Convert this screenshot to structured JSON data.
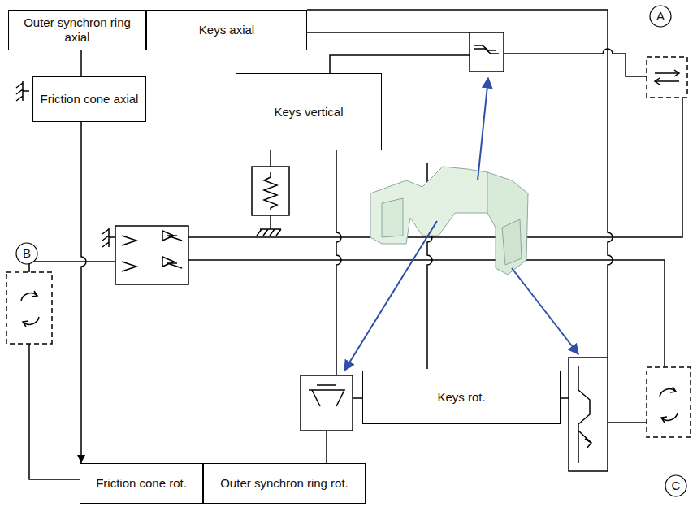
{
  "diagram": {
    "nodes": [
      {
        "text": [
          "Outer synchron ring axial"
        ]
      },
      {
        "text": [
          "Keys axial"
        ]
      },
      {
        "text": [
          "Friction cone axial"
        ]
      },
      {
        "text": [
          "Keys vertical"
        ]
      },
      {
        "text": [
          "Keys rot."
        ]
      },
      {
        "text": [
          "Friction cone rot."
        ]
      },
      {
        "text": [
          "Outer synchron ring rot."
        ]
      }
    ],
    "edges": [
      {
        "from": 0,
        "to": 2,
        "arrow": "none"
      },
      {
        "from": 2,
        "to": 5,
        "arrow": "to"
      }
    ],
    "labels": [
      "A",
      "B",
      "C"
    ]
  }
}
